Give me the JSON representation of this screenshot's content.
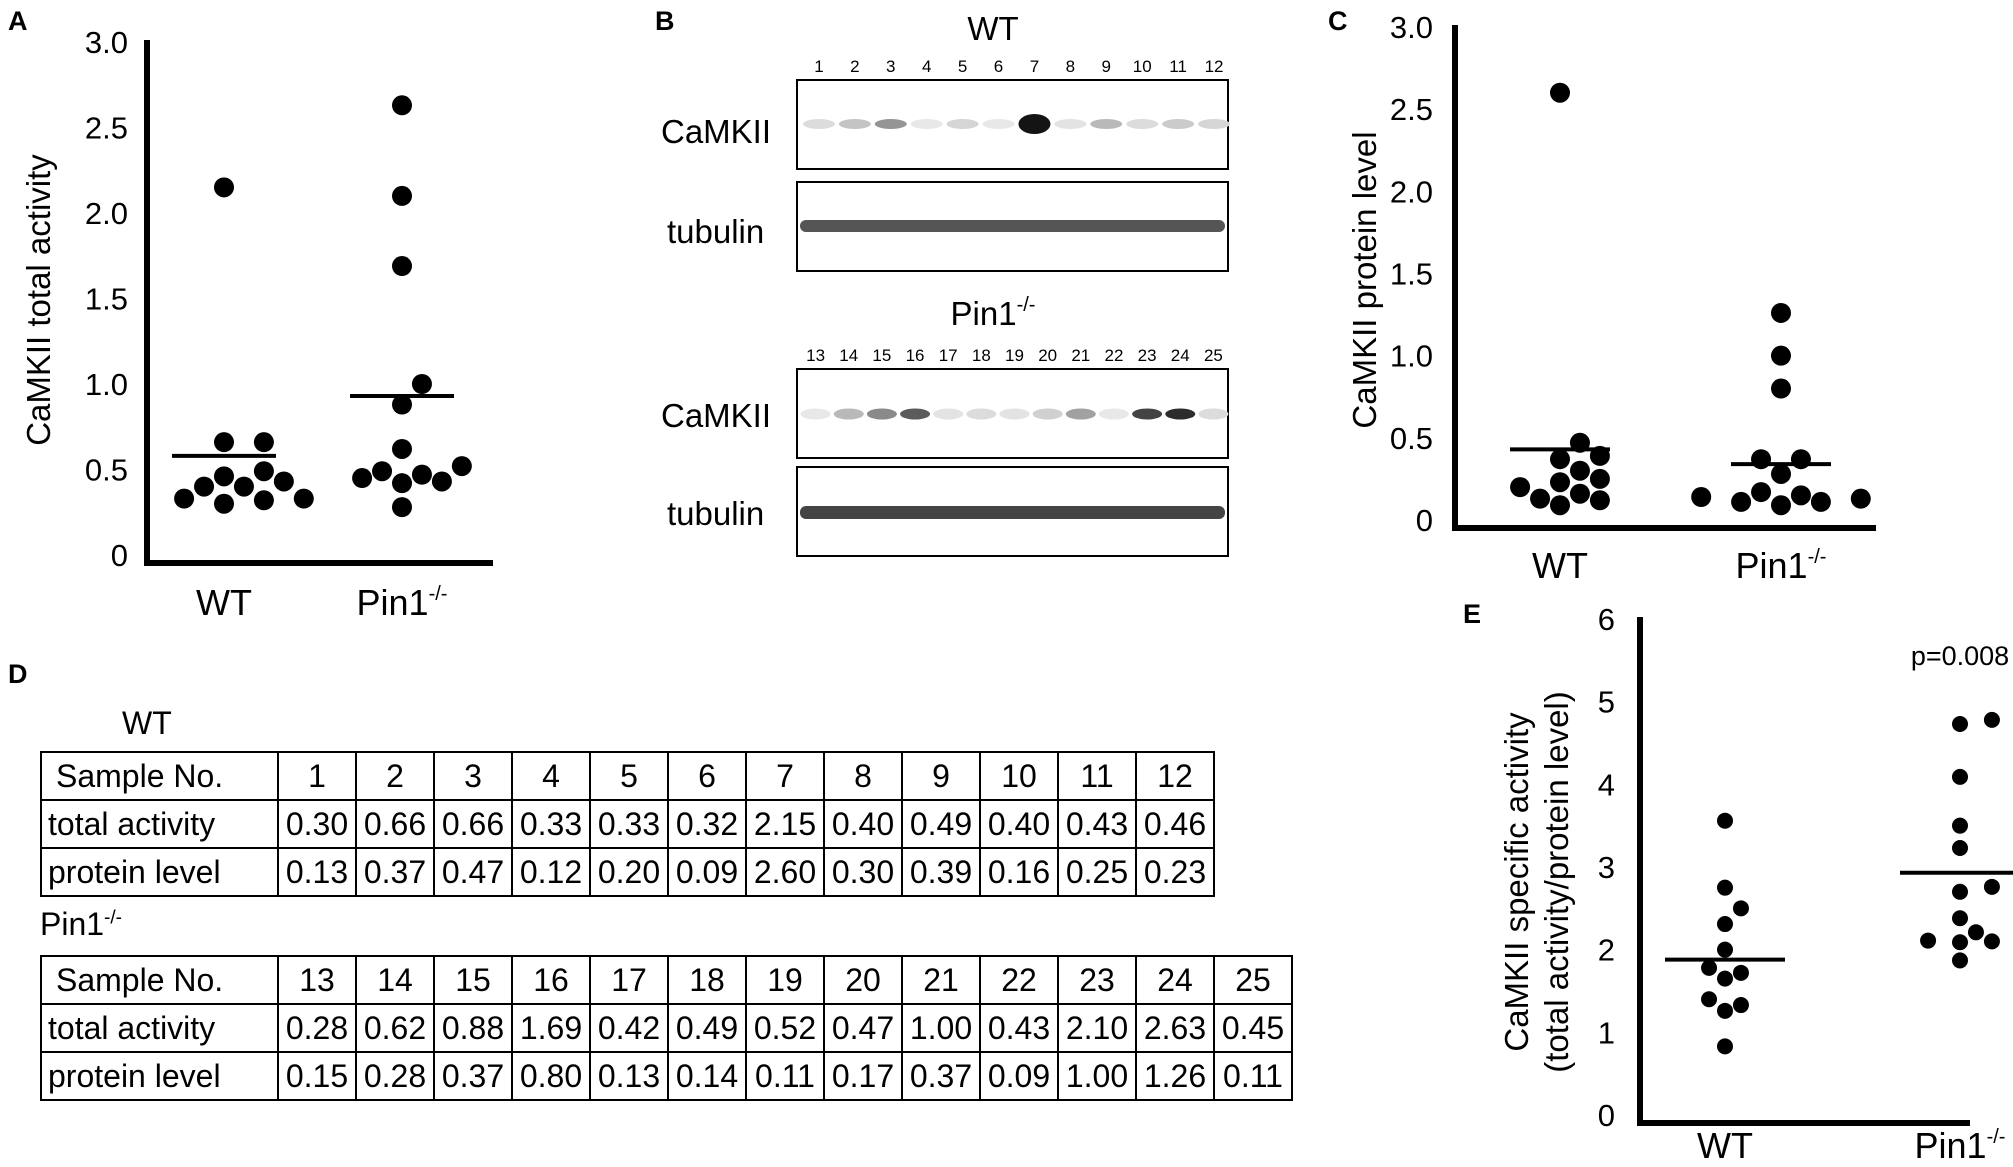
{
  "panel_labels": {
    "a": "A",
    "b": "B",
    "c": "C",
    "d": "D",
    "e": "E"
  },
  "chart_data": [
    {
      "panel": "A",
      "type": "scatter",
      "ylabel": "CaMKII total activity",
      "categories": [
        "WT",
        "Pin1"
      ],
      "category_superscripts": [
        "",
        "-/-"
      ],
      "yticks": [
        "0",
        "0.5",
        "1.0",
        "1.5",
        "2.0",
        "2.5",
        "3.0"
      ],
      "ylim": [
        0,
        3.0
      ],
      "series": [
        {
          "category": "WT",
          "values": [
            0.3,
            0.66,
            0.66,
            0.33,
            0.33,
            0.32,
            2.15,
            0.4,
            0.49,
            0.4,
            0.43,
            0.46
          ],
          "mean": 0.58
        },
        {
          "category": "Pin1-/-",
          "values": [
            0.28,
            0.62,
            0.88,
            1.69,
            0.42,
            0.49,
            0.52,
            0.47,
            1.0,
            0.43,
            2.1,
            2.63,
            0.45
          ],
          "mean": 0.93
        }
      ]
    },
    {
      "panel": "C",
      "type": "scatter",
      "ylabel": "CaMKII protein level",
      "categories": [
        "WT",
        "Pin1"
      ],
      "category_superscripts": [
        "",
        "-/-"
      ],
      "yticks": [
        "0",
        "0.5",
        "1.0",
        "1.5",
        "2.0",
        "2.5",
        "3.0"
      ],
      "ylim": [
        0,
        3.0
      ],
      "series": [
        {
          "category": "WT",
          "values": [
            0.13,
            0.37,
            0.47,
            0.12,
            0.2,
            0.09,
            2.6,
            0.3,
            0.39,
            0.16,
            0.25,
            0.23
          ],
          "mean": 0.43
        },
        {
          "category": "Pin1-/-",
          "values": [
            0.15,
            0.28,
            0.37,
            0.8,
            0.13,
            0.14,
            0.11,
            0.17,
            0.37,
            0.09,
            1.0,
            1.26,
            0.11
          ],
          "mean": 0.34
        }
      ]
    },
    {
      "panel": "E",
      "type": "scatter",
      "ylabel": "CaMKII specific activity",
      "ylabel2": "(total activity/protein level)",
      "categories": [
        "WT",
        "Pin1"
      ],
      "category_superscripts": [
        "",
        "-/-"
      ],
      "yticks": [
        "0",
        "1",
        "2",
        "3",
        "4",
        "5",
        "6"
      ],
      "ylim": [
        0,
        6
      ],
      "annotation": "p=0.008",
      "series": [
        {
          "category": "WT",
          "values": [
            2.31,
            1.78,
            1.4,
            2.75,
            1.65,
            3.56,
            0.83,
            1.33,
            1.26,
            2.5,
            1.72,
            2.0
          ],
          "mean": 1.88
        },
        {
          "category": "Pin1-/-",
          "values": [
            1.87,
            2.21,
            2.38,
            2.11,
            3.23,
            3.5,
            4.73,
            2.76,
            2.7,
            4.78,
            2.1,
            2.09,
            4.09
          ],
          "mean": 2.93
        }
      ]
    }
  ],
  "blot": {
    "wt_title": "WT",
    "pin_title": "Pin1",
    "pin_sup": "-/-",
    "wt_lanes": [
      "1",
      "2",
      "3",
      "4",
      "5",
      "6",
      "7",
      "8",
      "9",
      "10",
      "11",
      "12"
    ],
    "pin_lanes": [
      "13",
      "14",
      "15",
      "16",
      "17",
      "18",
      "19",
      "20",
      "21",
      "22",
      "23",
      "24",
      "25"
    ],
    "label_camkii": "CaMKII",
    "label_tubulin": "tubulin",
    "wt_camkii_intensity": [
      0.15,
      0.25,
      0.45,
      0.1,
      0.18,
      0.1,
      1.0,
      0.12,
      0.3,
      0.15,
      0.22,
      0.18
    ],
    "pin_camkii_intensity": [
      0.1,
      0.3,
      0.5,
      0.7,
      0.12,
      0.15,
      0.12,
      0.2,
      0.4,
      0.1,
      0.8,
      0.9,
      0.15
    ]
  },
  "tables": {
    "wt_title": "WT",
    "pin_title": "Pin1",
    "pin_sup": "-/-",
    "wt": {
      "rows": [
        {
          "label": "Sample No.",
          "cells": [
            "1",
            "2",
            "3",
            "4",
            "5",
            "6",
            "7",
            "8",
            "9",
            "10",
            "11",
            "12"
          ]
        },
        {
          "label": "total activity",
          "cells": [
            "0.30",
            "0.66",
            "0.66",
            "0.33",
            "0.33",
            "0.32",
            "2.15",
            "0.40",
            "0.49",
            "0.40",
            "0.43",
            "0.46"
          ]
        },
        {
          "label": "protein level",
          "cells": [
            "0.13",
            "0.37",
            "0.47",
            "0.12",
            "0.20",
            "0.09",
            "2.60",
            "0.30",
            "0.39",
            "0.16",
            "0.25",
            "0.23"
          ]
        }
      ]
    },
    "pin": {
      "rows": [
        {
          "label": "Sample No.",
          "cells": [
            "13",
            "14",
            "15",
            "16",
            "17",
            "18",
            "19",
            "20",
            "21",
            "22",
            "23",
            "24",
            "25"
          ]
        },
        {
          "label": "total activity",
          "cells": [
            "0.28",
            "0.62",
            "0.88",
            "1.69",
            "0.42",
            "0.49",
            "0.52",
            "0.47",
            "1.00",
            "0.43",
            "2.10",
            "2.63",
            "0.45"
          ]
        },
        {
          "label": "protein level",
          "cells": [
            "0.15",
            "0.28",
            "0.37",
            "0.80",
            "0.13",
            "0.14",
            "0.11",
            "0.17",
            "0.37",
            "0.09",
            "1.00",
            "1.26",
            "0.11"
          ]
        }
      ]
    }
  }
}
